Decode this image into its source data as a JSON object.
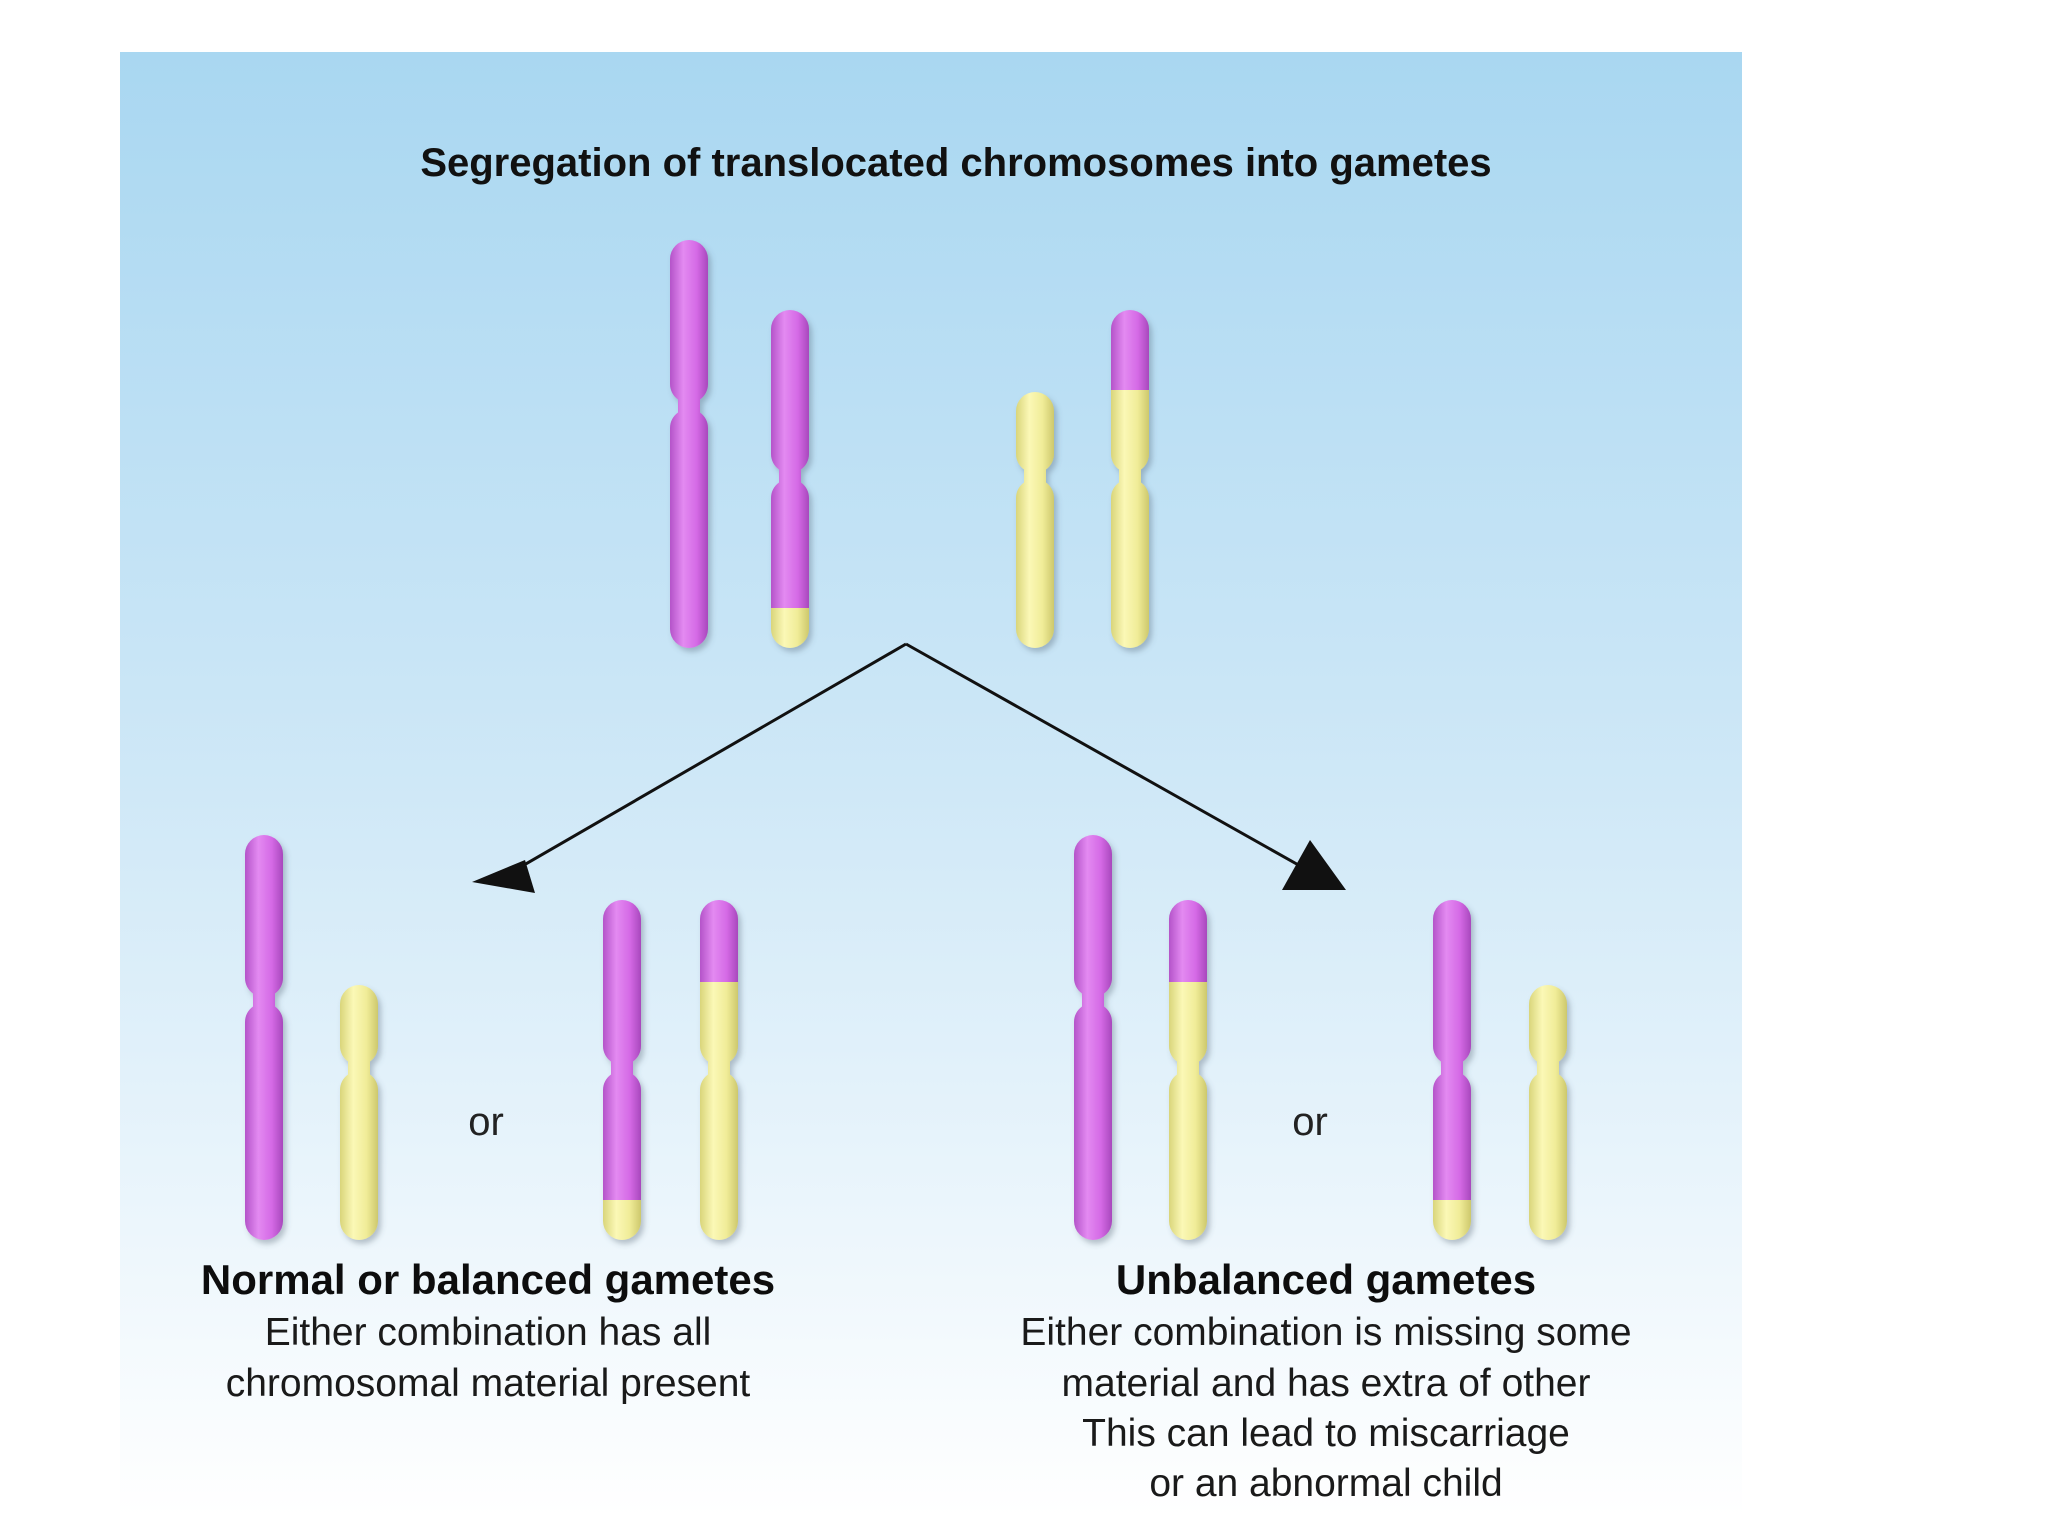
{
  "title": "Segregation of translocated chromosomes into gametes",
  "colors": {
    "purple": "#d870e8",
    "yellow": "#f3f09c",
    "arrow": "#111111"
  },
  "left": {
    "heading": "Normal or balanced gametes",
    "lines": [
      "Either combination has all",
      "chromosomal material present"
    ],
    "or_label": "or"
  },
  "right": {
    "heading": "Unbalanced gametes",
    "lines": [
      "Either combination is missing some",
      "material and has extra of other",
      "This can lead to miscarriage",
      "or an abnormal child"
    ],
    "or_label": "or"
  }
}
